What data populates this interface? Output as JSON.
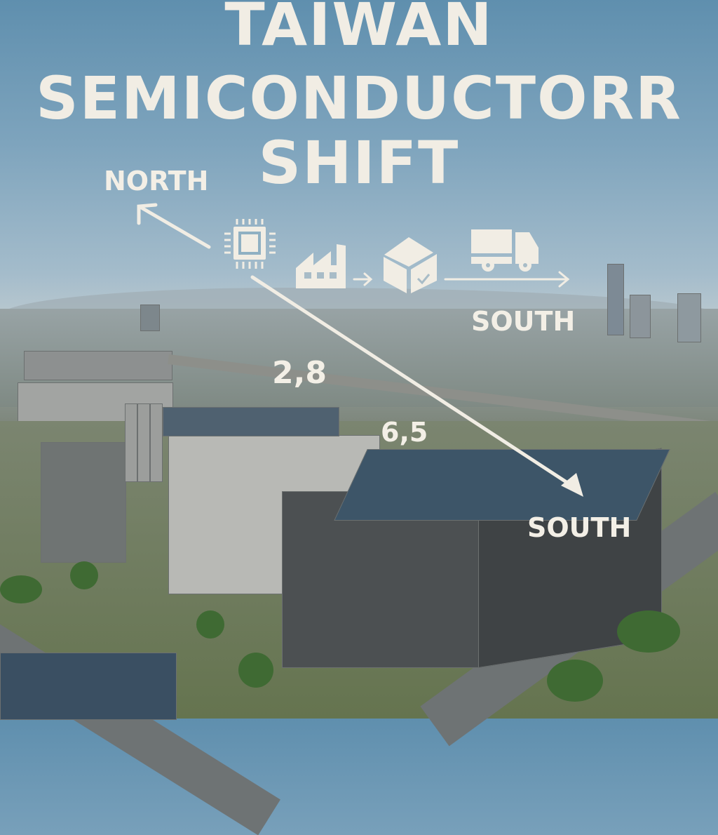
{
  "title": {
    "line1": "TAIWAN",
    "line2": "SEMICONDUCTORR",
    "line3": "SHIFT"
  },
  "labels": {
    "north": "NORTH",
    "south_upper": "SOUTH",
    "south_lower": "SOUTH",
    "value_a": "2,8",
    "value_b": "6,5"
  },
  "icons": [
    "chip-icon",
    "factory-icon",
    "box-icon",
    "truck-icon"
  ],
  "colors": {
    "text": "#f1ede4",
    "sky": "#6f98b4"
  }
}
